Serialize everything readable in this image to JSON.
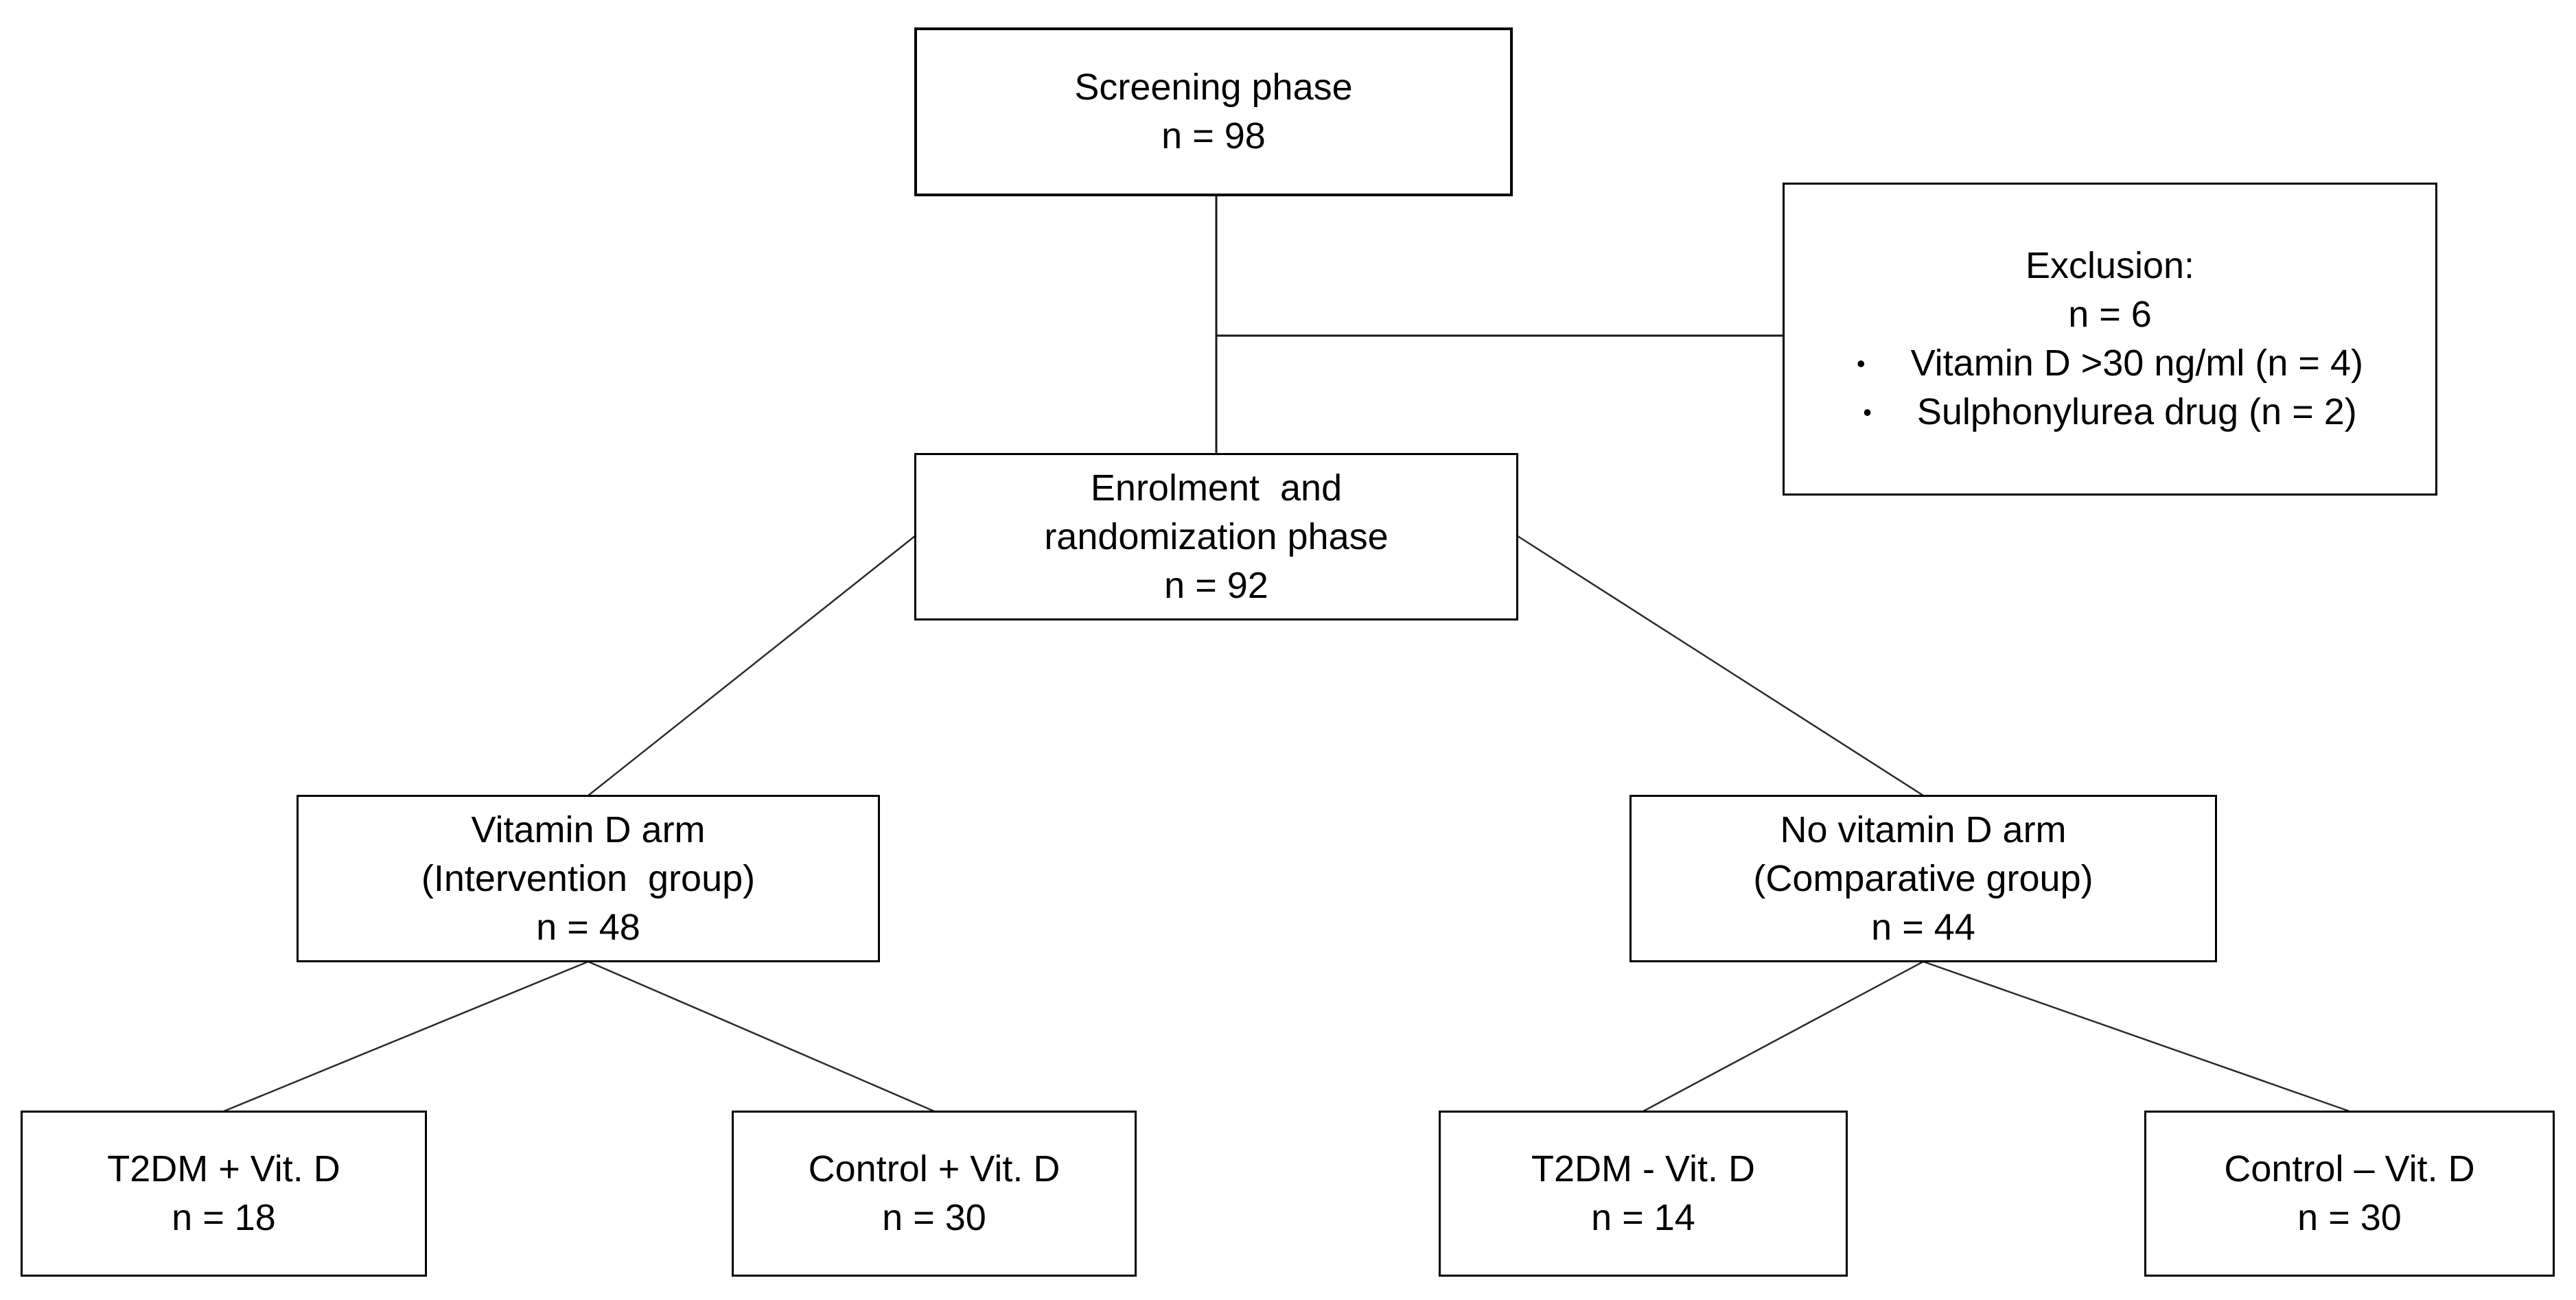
{
  "figure": {
    "type": "flowchart",
    "background_color": "#ffffff",
    "box_border_color": "#000000",
    "connector_color": "#1a1a1a",
    "text_color": "#000000",
    "nodes": {
      "screening": {
        "lines": [
          "Screening phase",
          "n = 98"
        ]
      },
      "exclusion": {
        "title": "Exclusion:",
        "count": "n = 6",
        "bullet_char": "•",
        "bullets": [
          "Vitamin D >30 ng/ml (n = 4)",
          "Sulphonylurea drug (n = 2)"
        ]
      },
      "enrolment": {
        "lines": [
          "Enrolment  and",
          "randomization phase",
          "n = 92"
        ]
      },
      "vitamin_d_arm": {
        "lines": [
          "Vitamin D arm",
          "(Intervention  group)",
          "n = 48"
        ]
      },
      "no_vitamin_d_arm": {
        "lines": [
          "No vitamin D arm",
          "(Comparative group)",
          "n = 44"
        ]
      },
      "t2dm_plus_vitd": {
        "lines": [
          "T2DM + Vit. D",
          "n = 18"
        ]
      },
      "control_plus_vitd": {
        "lines": [
          "Control + Vit. D",
          "n = 30"
        ]
      },
      "t2dm_minus_vitd": {
        "lines": [
          "T2DM - Vit. D",
          "n = 14"
        ]
      },
      "control_minus_vitd": {
        "lines": [
          "Control – Vit. D",
          "n = 30"
        ]
      }
    },
    "edges": [
      "screening -> enrolment",
      "screening -> exclusion",
      "enrolment -> vitamin_d_arm",
      "enrolment -> no_vitamin_d_arm",
      "vitamin_d_arm -> t2dm_plus_vitd",
      "vitamin_d_arm -> control_plus_vitd",
      "no_vitamin_d_arm -> t2dm_minus_vitd",
      "no_vitamin_d_arm -> control_minus_vitd"
    ]
  }
}
